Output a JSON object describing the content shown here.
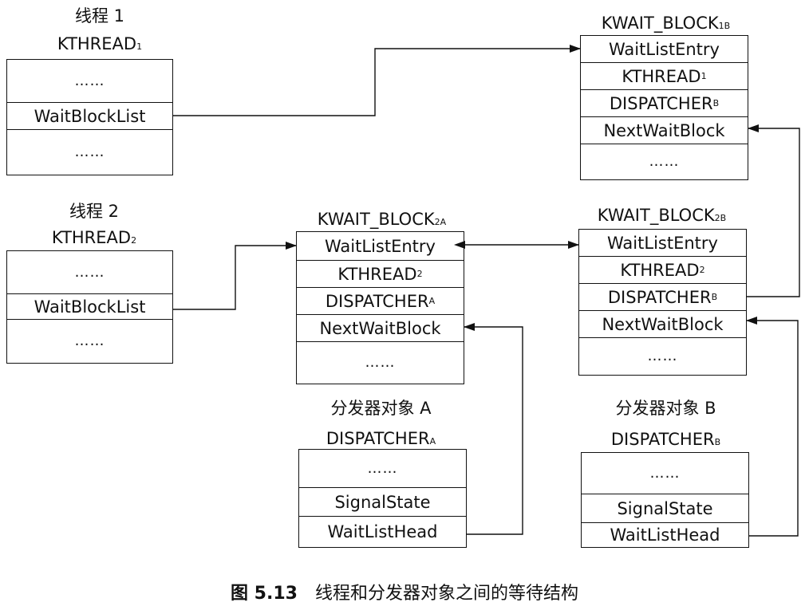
{
  "thread1": {
    "title": "线程 1",
    "struct_name": "KTHREAD",
    "struct_sub": "1",
    "rows": [
      "……",
      "WaitBlockList",
      "……"
    ]
  },
  "thread2": {
    "title": "线程 2",
    "struct_name": "KTHREAD",
    "struct_sub": "2",
    "rows": [
      "……",
      "WaitBlockList",
      "……"
    ]
  },
  "kwb1b": {
    "name": "KWAIT_BLOCK",
    "sub": "1B",
    "rows": [
      "WaitListEntry",
      "KTHREAD",
      "DISPATCHER",
      "NextWaitBlock",
      "……"
    ],
    "row_subs": [
      "",
      "1",
      "B",
      "",
      ""
    ]
  },
  "kwb2a": {
    "name": "KWAIT_BLOCK",
    "sub": "2A",
    "rows": [
      "WaitListEntry",
      "KTHREAD",
      "DISPATCHER",
      "NextWaitBlock",
      "……"
    ],
    "row_subs": [
      "",
      "2",
      "A",
      "",
      ""
    ]
  },
  "kwb2b": {
    "name": "KWAIT_BLOCK",
    "sub": "2B",
    "rows": [
      "WaitListEntry",
      "KTHREAD",
      "DISPATCHER",
      "NextWaitBlock",
      "……"
    ],
    "row_subs": [
      "",
      "2",
      "B",
      "",
      ""
    ]
  },
  "dispA": {
    "title": "分发器对象 A",
    "struct_name": "DISPATCHER",
    "struct_sub": "A",
    "rows": [
      "……",
      "SignalState",
      "WaitListHead"
    ]
  },
  "dispB": {
    "title": "分发器对象 B",
    "struct_name": "DISPATCHER",
    "struct_sub": "B",
    "rows": [
      "……",
      "SignalState",
      "WaitListHead"
    ]
  },
  "caption": {
    "fig_label": "图 5.13",
    "text": "线程和分发器对象之间的等待结构"
  }
}
